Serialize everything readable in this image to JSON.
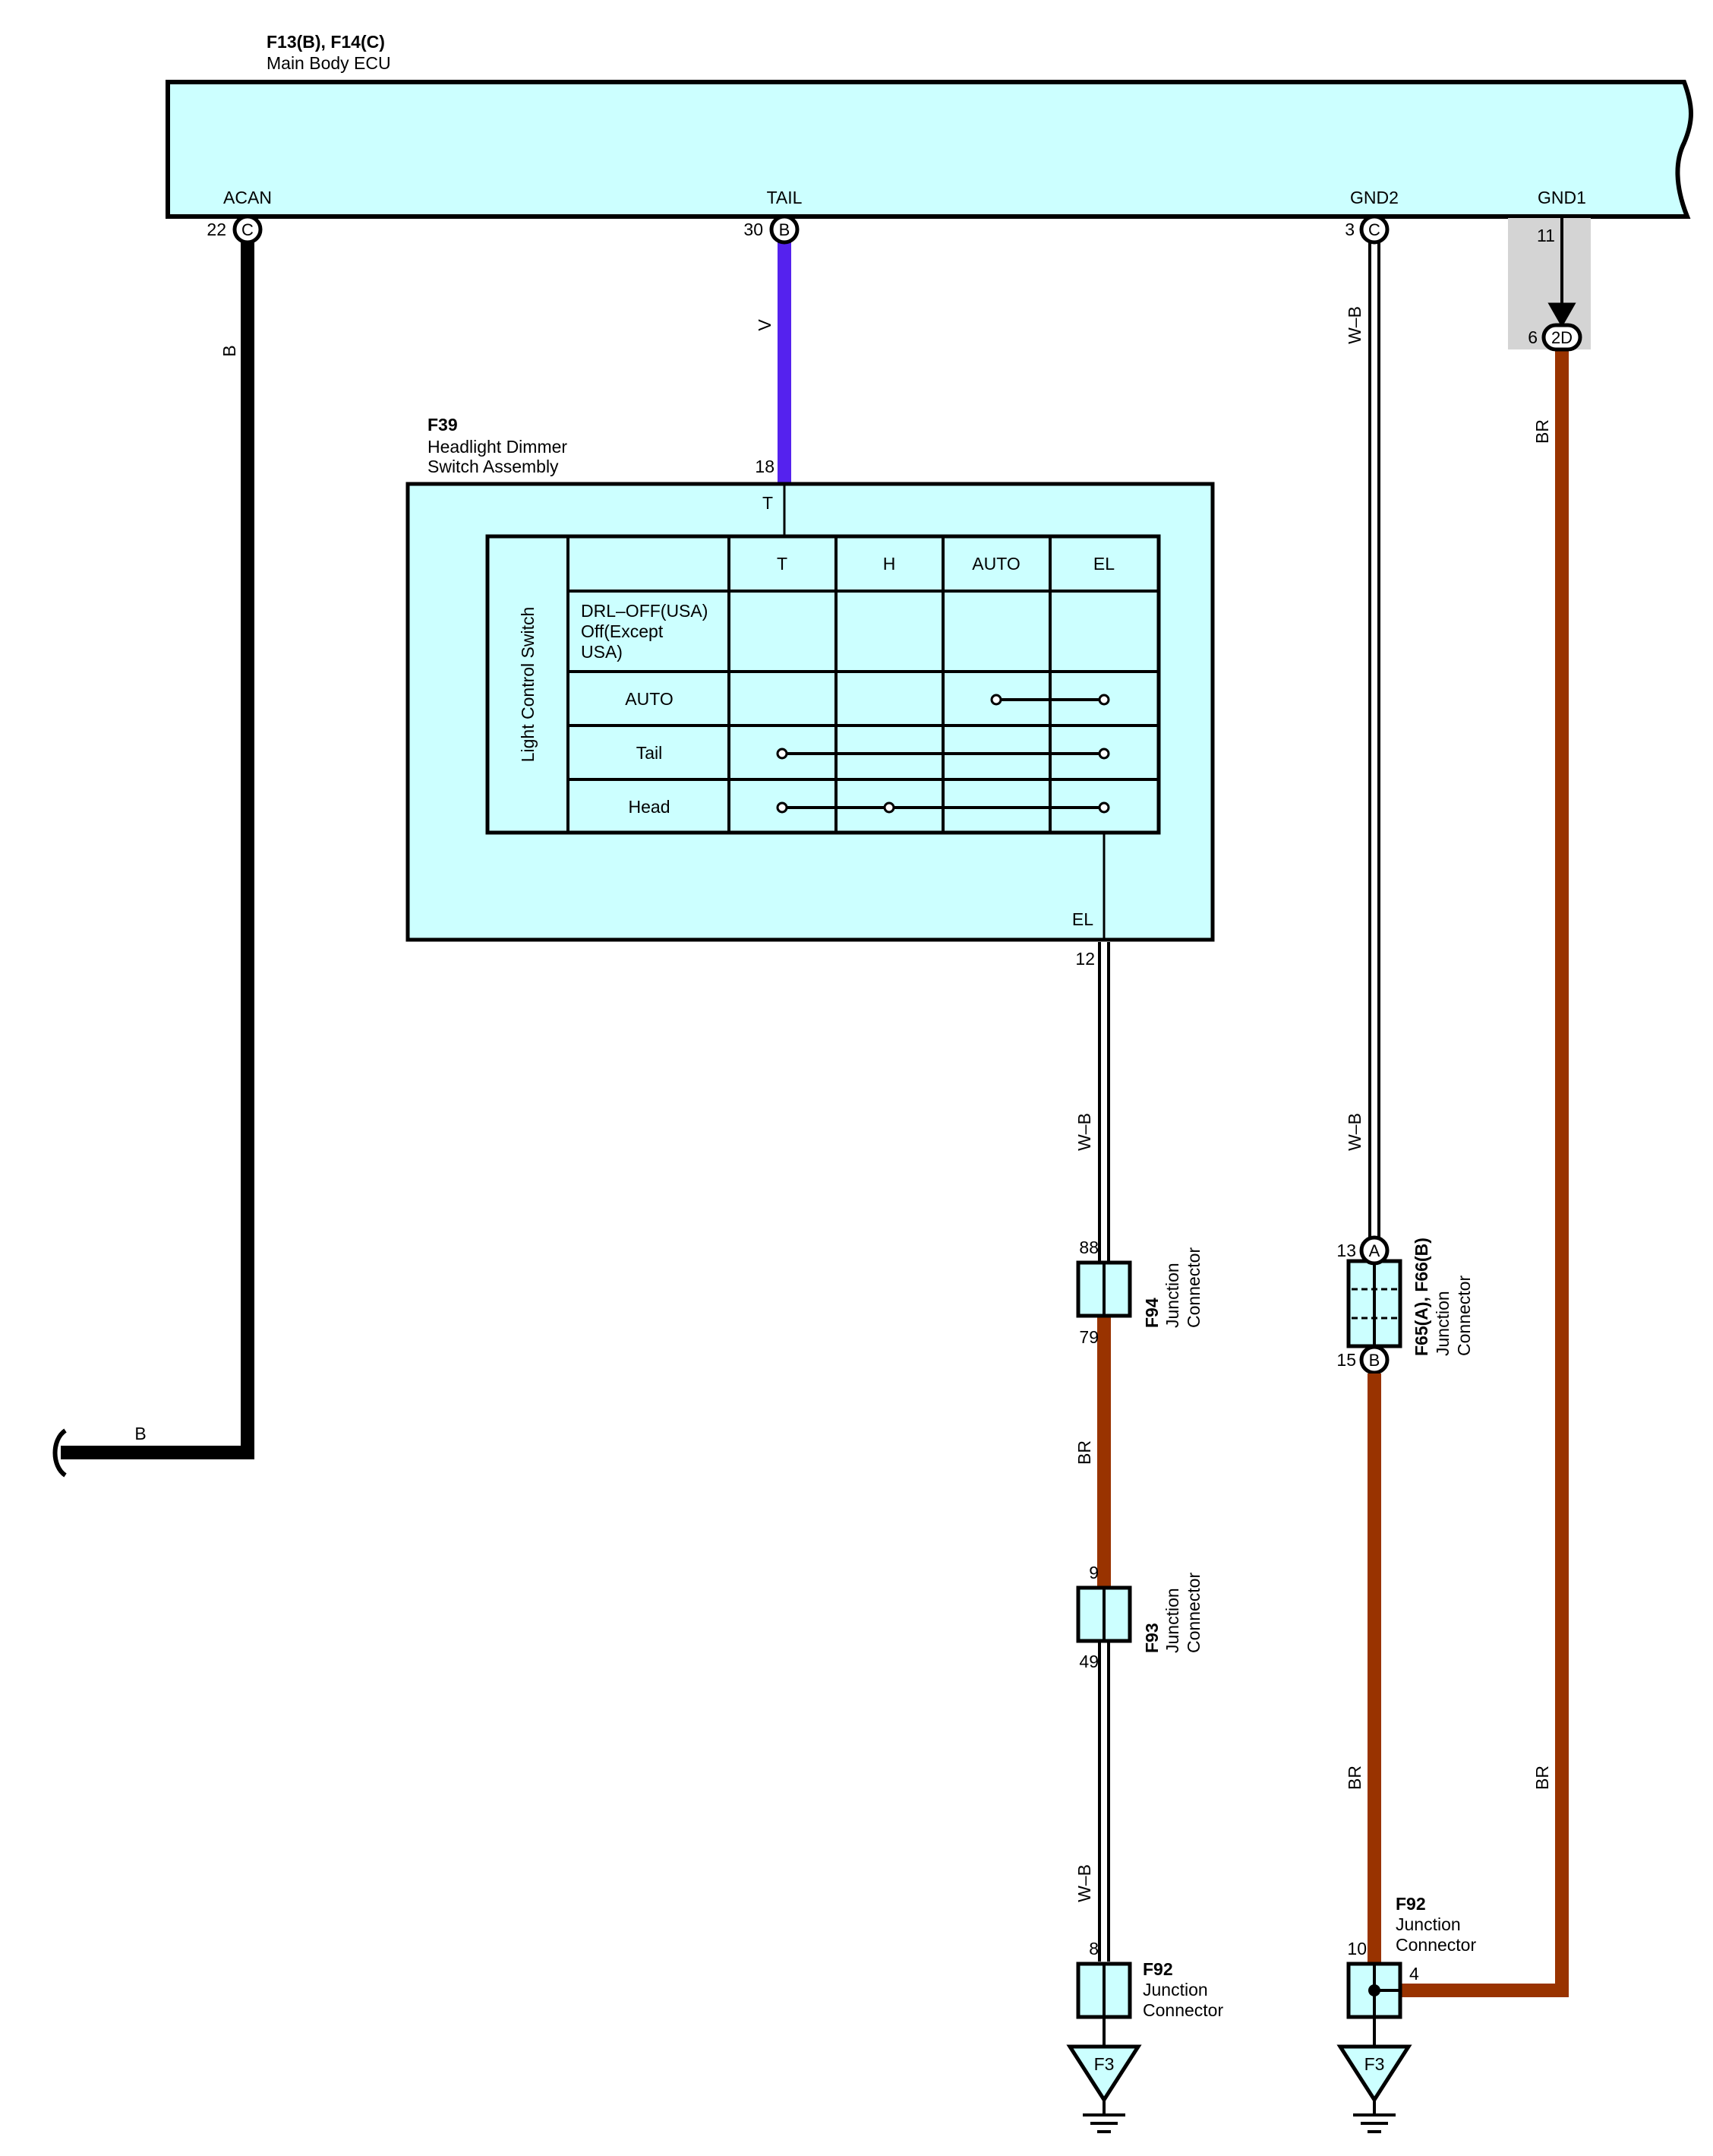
{
  "ecu": {
    "code": "F13(B), F14(C)",
    "name": "Main Body ECU"
  },
  "ecu_pins": {
    "acan": {
      "label": "ACAN",
      "num": "22",
      "conn": "C"
    },
    "tail": {
      "label": "TAIL",
      "num": "30",
      "conn": "B"
    },
    "gnd2": {
      "label": "GND2",
      "num": "3",
      "conn": "C"
    },
    "gnd1": {
      "label": "GND1",
      "num": "11"
    }
  },
  "junction_2d": {
    "num": "6",
    "label": "2D"
  },
  "switch": {
    "code": "F39",
    "name_line1": "Headlight Dimmer",
    "name_line2": "Switch Assembly",
    "pin_t_num": "18",
    "pin_t_label": "T",
    "pin_el_label": "EL",
    "pin_el_num": "12",
    "table_title": "Light Control Switch",
    "columns": [
      "T",
      "H",
      "AUTO",
      "EL"
    ],
    "rows": {
      "drl_1": "DRL–OFF(USA)",
      "drl_2": "Off(Except",
      "drl_3": "USA)",
      "auto": "AUTO",
      "tail": "Tail",
      "head": "Head"
    }
  },
  "wires": {
    "acan_vertical": "B",
    "acan_horizontal": "B",
    "tail": "V",
    "gnd2_upper": "W–B",
    "gnd2_lower": "W–B",
    "gnd2_bottom": "BR",
    "gnd1_upper": "BR",
    "gnd1_lower": "BR",
    "el_upper": "W–B",
    "el_middle": "BR",
    "el_lower": "W–B"
  },
  "connectors": {
    "f94": {
      "pin_in": "88",
      "pin_out": "79",
      "code": "F94",
      "label_1": "Junction",
      "label_2": "Connector"
    },
    "f93": {
      "pin_in": "9",
      "pin_out": "49",
      "code": "F93",
      "label_1": "Junction",
      "label_2": "Connector"
    },
    "f65": {
      "pin_in": "13",
      "conn_in": "A",
      "pin_out": "15",
      "conn_out": "B",
      "code": "F65(A), F66(B)",
      "label_1": "Junction",
      "label_2": "Connector"
    },
    "f92_left": {
      "pin": "8",
      "code": "F92",
      "label_1": "Junction",
      "label_2": "Connector"
    },
    "f92_right": {
      "pin_left": "10",
      "pin_right": "4",
      "code": "F92",
      "label_1": "Junction",
      "label_2": "Connector"
    }
  },
  "grounds": {
    "left": "F3",
    "right": "F3"
  },
  "colors": {
    "ecu_fill": "#ccffff",
    "wire_black": "#000000",
    "wire_violet": "#5522ee",
    "wire_brown": "#993300",
    "wire_white_black": "#ffffff",
    "shade": "#d4d4d4"
  }
}
